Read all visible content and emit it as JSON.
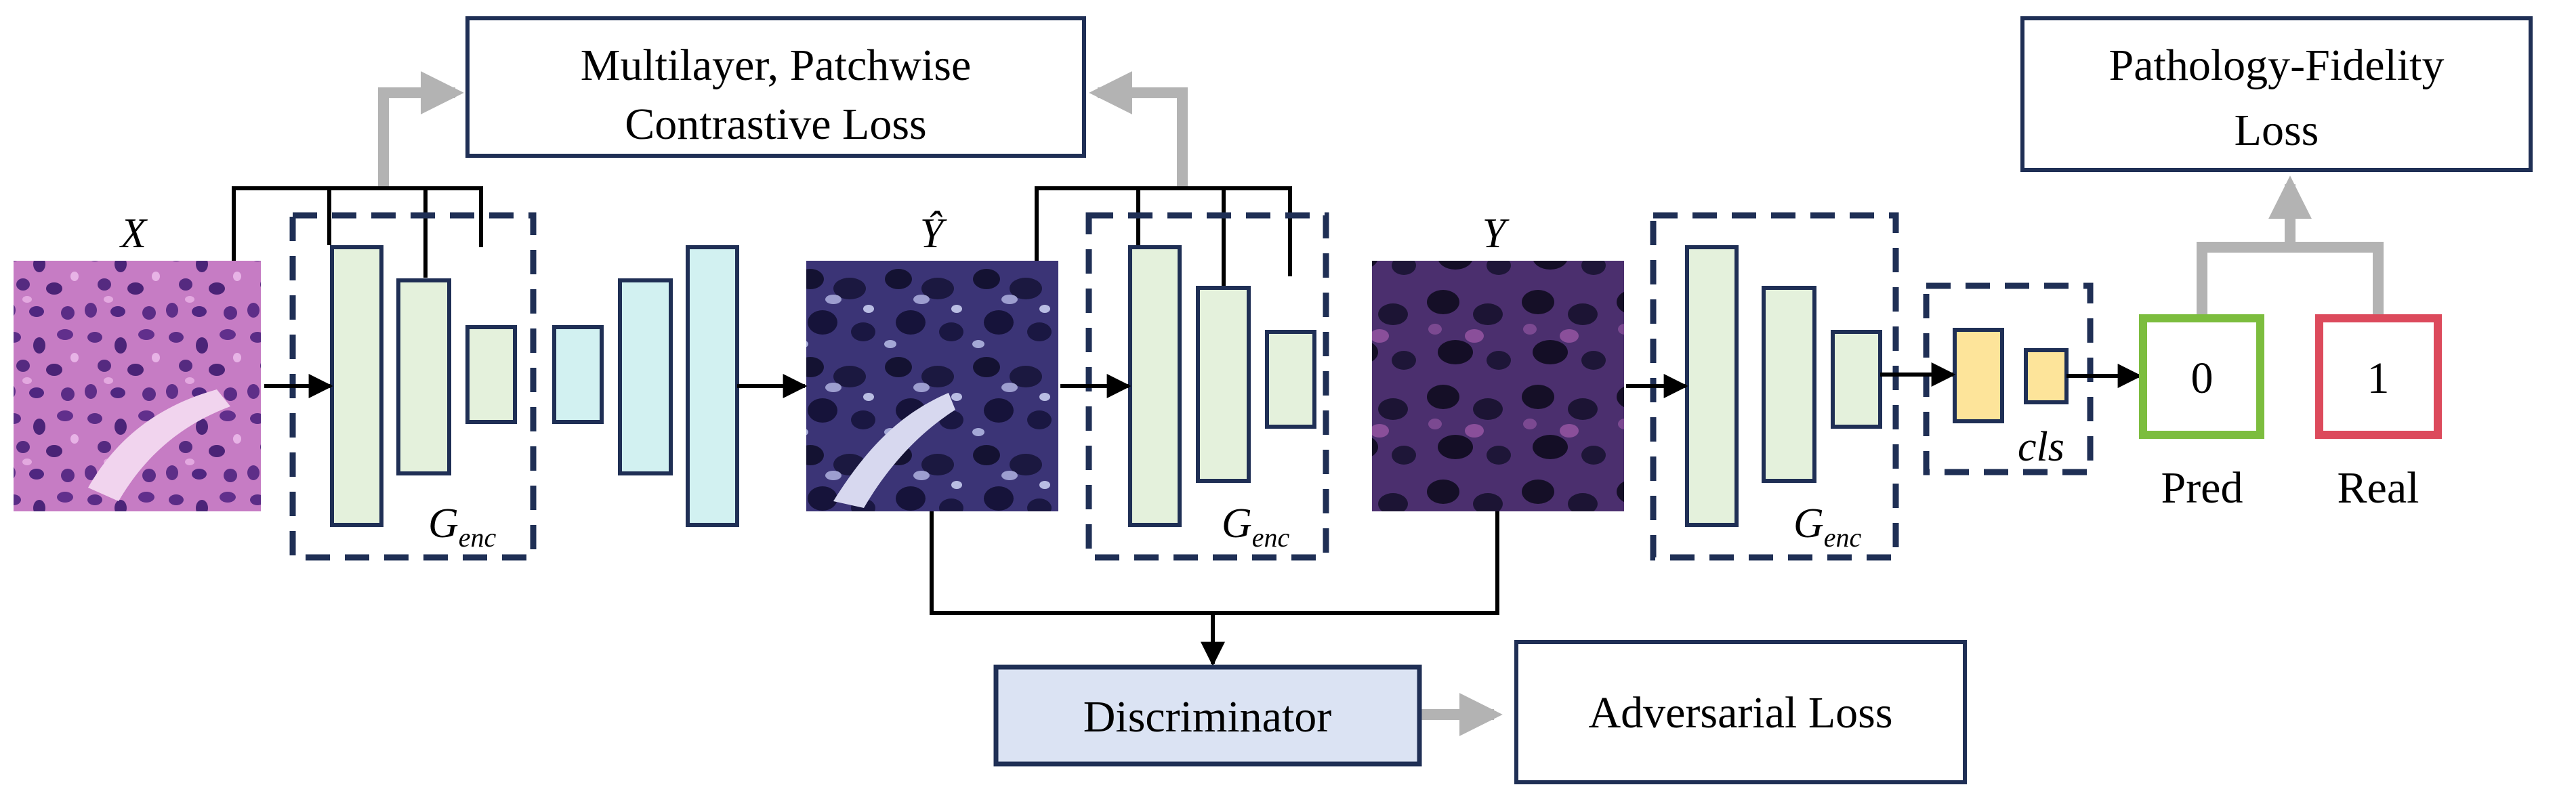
{
  "colors": {
    "navy": "#1f2f55",
    "encoder_fill": "#e4f1dc",
    "decoder_fill": "#d2f1f1",
    "classifier_fill": "#fde49a",
    "discriminator_fill": "#dbe3f3",
    "pred_border": "#7cbd3e",
    "real_border": "#dc4a5c",
    "loss_arrow": "#b3b3b3",
    "flow_arrow": "#000000"
  },
  "labels": {
    "x": "X",
    "y_hat": "Ŷ",
    "y": "Y",
    "g": "G",
    "enc": "enc",
    "cls": "cls"
  },
  "boxes": {
    "contrastive_loss_line1": "Multilayer, Patchwise",
    "contrastive_loss_line2": "Contrastive Loss",
    "pathology_loss_line1": "Pathology-Fidelity",
    "pathology_loss_line2": "Loss",
    "discriminator": "Discriminator",
    "adversarial_loss": "Adversarial Loss"
  },
  "outputs": {
    "pred_value": "0",
    "pred_label": "Pred",
    "real_value": "1",
    "real_label": "Real"
  }
}
